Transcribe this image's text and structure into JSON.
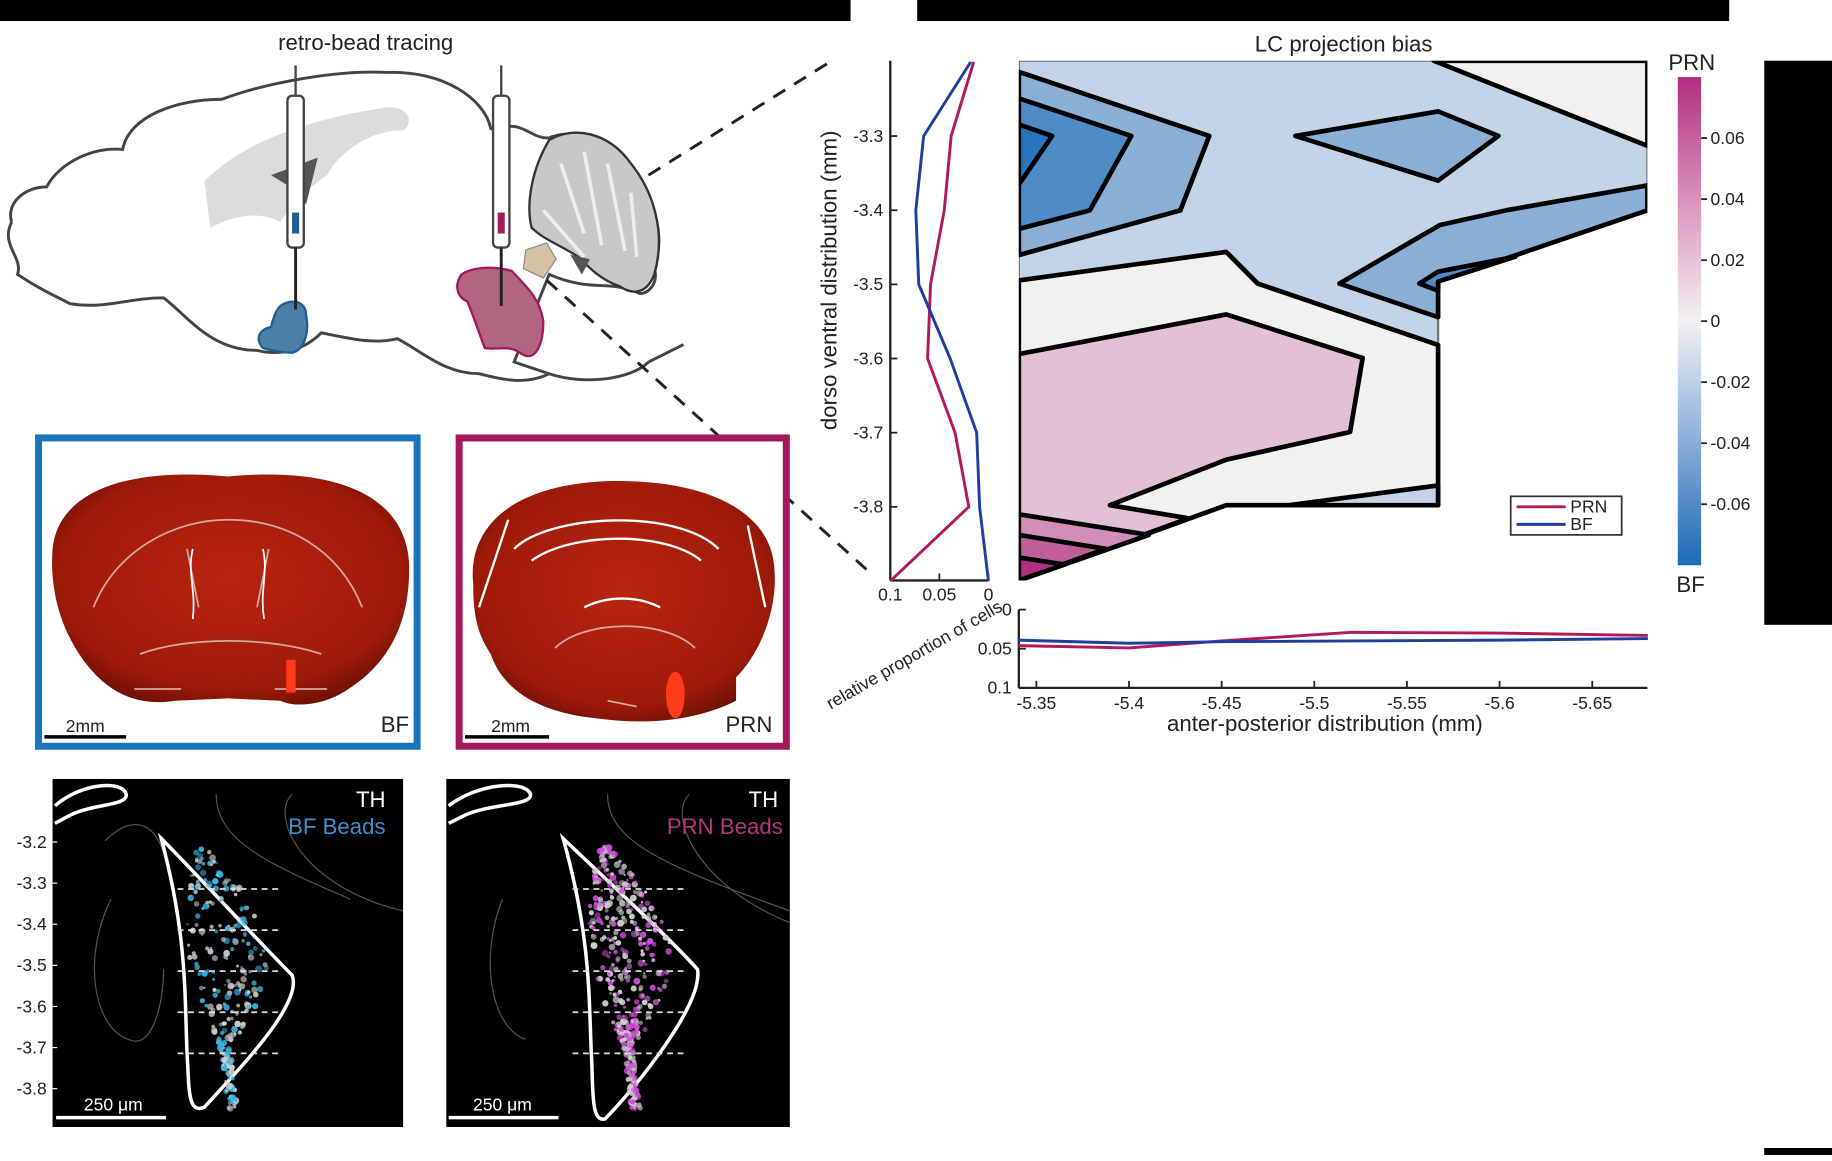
{
  "figure": {
    "schematic_title": "retro-bead tracing",
    "panel_bf": {
      "label": "BF",
      "scalebar": "2mm"
    },
    "panel_prn": {
      "label": "PRN",
      "scalebar": "2mm"
    },
    "micro_bf": {
      "stain": "TH",
      "beads": "BF Beads",
      "scalebar": "250 μm"
    },
    "micro_prn": {
      "stain": "TH",
      "beads": "PRN Beads",
      "scalebar": "250 μm"
    },
    "micro_yticks": [
      "-3.2",
      "-3.3",
      "-3.4",
      "-3.5",
      "-3.6",
      "-3.7",
      "-3.8"
    ]
  },
  "colors": {
    "prn": "#b0195e",
    "bf": "#1f3f9e",
    "bf_panel": "#1b75bb",
    "prn_panel": "#a3195b"
  },
  "chart_data": [
    {
      "type": "heatmap",
      "subtype": "filled-contour",
      "title": "LC projection bias",
      "xlabel": "anter-posterior distribution (mm)",
      "ylabel": "dorso ventral distribution (mm)",
      "xlim": [
        -5.34,
        -5.68
      ],
      "ylim": [
        -3.2,
        -3.9
      ],
      "levels": [
        -0.06,
        -0.04,
        -0.02,
        0,
        0.02,
        0.04,
        0.06
      ],
      "colorbar": {
        "top_label": "PRN",
        "bottom_label": "BF",
        "ticks": [
          "0.06",
          "0.04",
          "0.02",
          "0",
          "-0.02",
          "-0.04",
          "-0.06"
        ],
        "range": [
          -0.08,
          0.08
        ]
      }
    },
    {
      "type": "line",
      "orientation": "vertical",
      "ylabel": "dorso ventral distribution (mm)",
      "xlabel": "relative proportion of cells",
      "y": [
        -3.2,
        -3.3,
        -3.4,
        -3.5,
        -3.6,
        -3.7,
        -3.8,
        -3.9
      ],
      "yticks": [
        "-3.3",
        "-3.4",
        "-3.5",
        "-3.6",
        "-3.7",
        "-3.8"
      ],
      "xticks": [
        "0.1",
        "0.05",
        "0"
      ],
      "xlim": [
        0.1,
        0
      ],
      "series": [
        {
          "name": "PRN",
          "values": [
            0.015,
            0.038,
            0.045,
            0.059,
            0.062,
            0.034,
            0.02,
            0.1
          ]
        },
        {
          "name": "BF",
          "values": [
            0.018,
            0.066,
            0.074,
            0.071,
            0.039,
            0.012,
            0.009,
            0.0
          ]
        }
      ],
      "legend": {
        "entries": [
          "PRN",
          "BF"
        ],
        "placement": "right"
      }
    },
    {
      "type": "line",
      "xlabel": "anter-posterior distribution (mm)",
      "ylabel": "relative proportion of cells",
      "x": [
        -5.34,
        -5.4,
        -5.45,
        -5.52,
        -5.6,
        -5.68
      ],
      "xticks": [
        "-5.35",
        "-5.4",
        "-5.45",
        "-5.5",
        "-5.55",
        "-5.6",
        "-5.65"
      ],
      "yticks": [
        "0",
        "0.05",
        "0.1"
      ],
      "ylim": [
        0,
        0.1
      ],
      "series": [
        {
          "name": "PRN",
          "values": [
            0.046,
            0.049,
            0.04,
            0.029,
            0.03,
            0.033
          ]
        },
        {
          "name": "BF",
          "values": [
            0.039,
            0.043,
            0.041,
            0.04,
            0.039,
            0.037
          ]
        }
      ]
    }
  ]
}
